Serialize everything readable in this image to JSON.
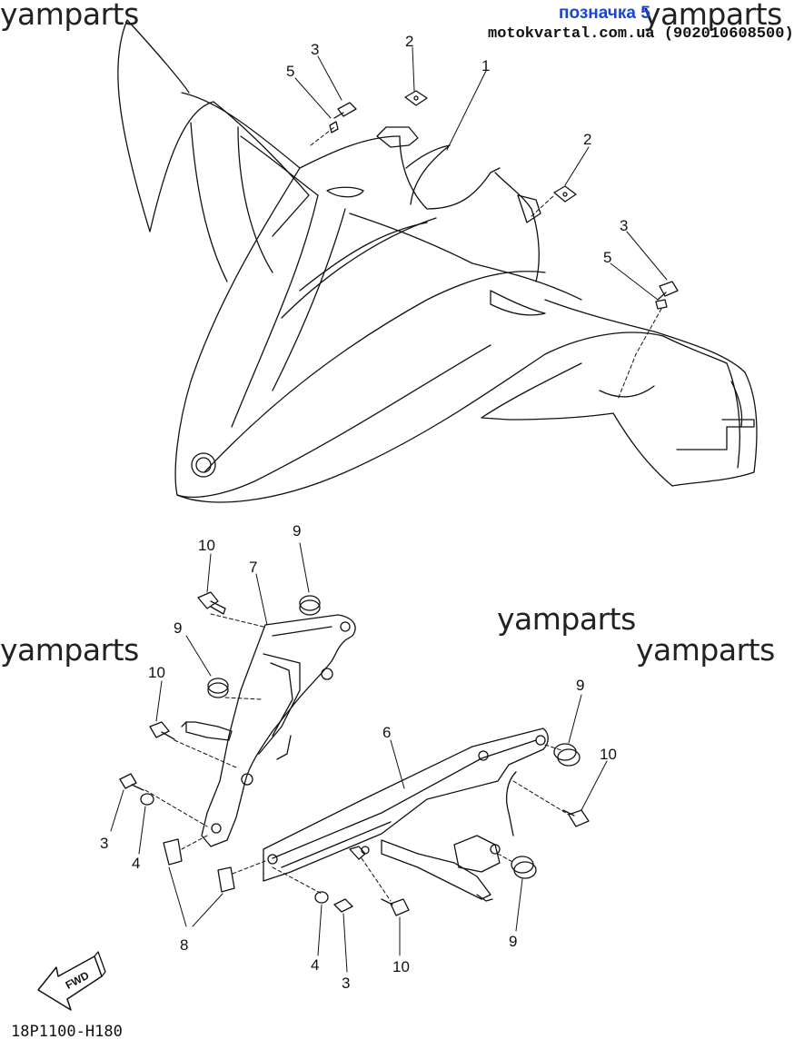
{
  "watermarks": [
    "yamparts",
    "yamparts",
    "yamparts",
    "yamparts",
    "yamparts"
  ],
  "badge": "позначка 5",
  "site": "motokvartal.com.ua (902010608500)",
  "diagram_code": "18P1100-H180",
  "fwd_label": "FWD",
  "callouts": [
    "1",
    "2",
    "2",
    "3",
    "3",
    "5",
    "5",
    "6",
    "7",
    "8",
    "9",
    "9",
    "9",
    "9",
    "10",
    "10",
    "10",
    "10",
    "3",
    "4",
    "3",
    "4"
  ]
}
